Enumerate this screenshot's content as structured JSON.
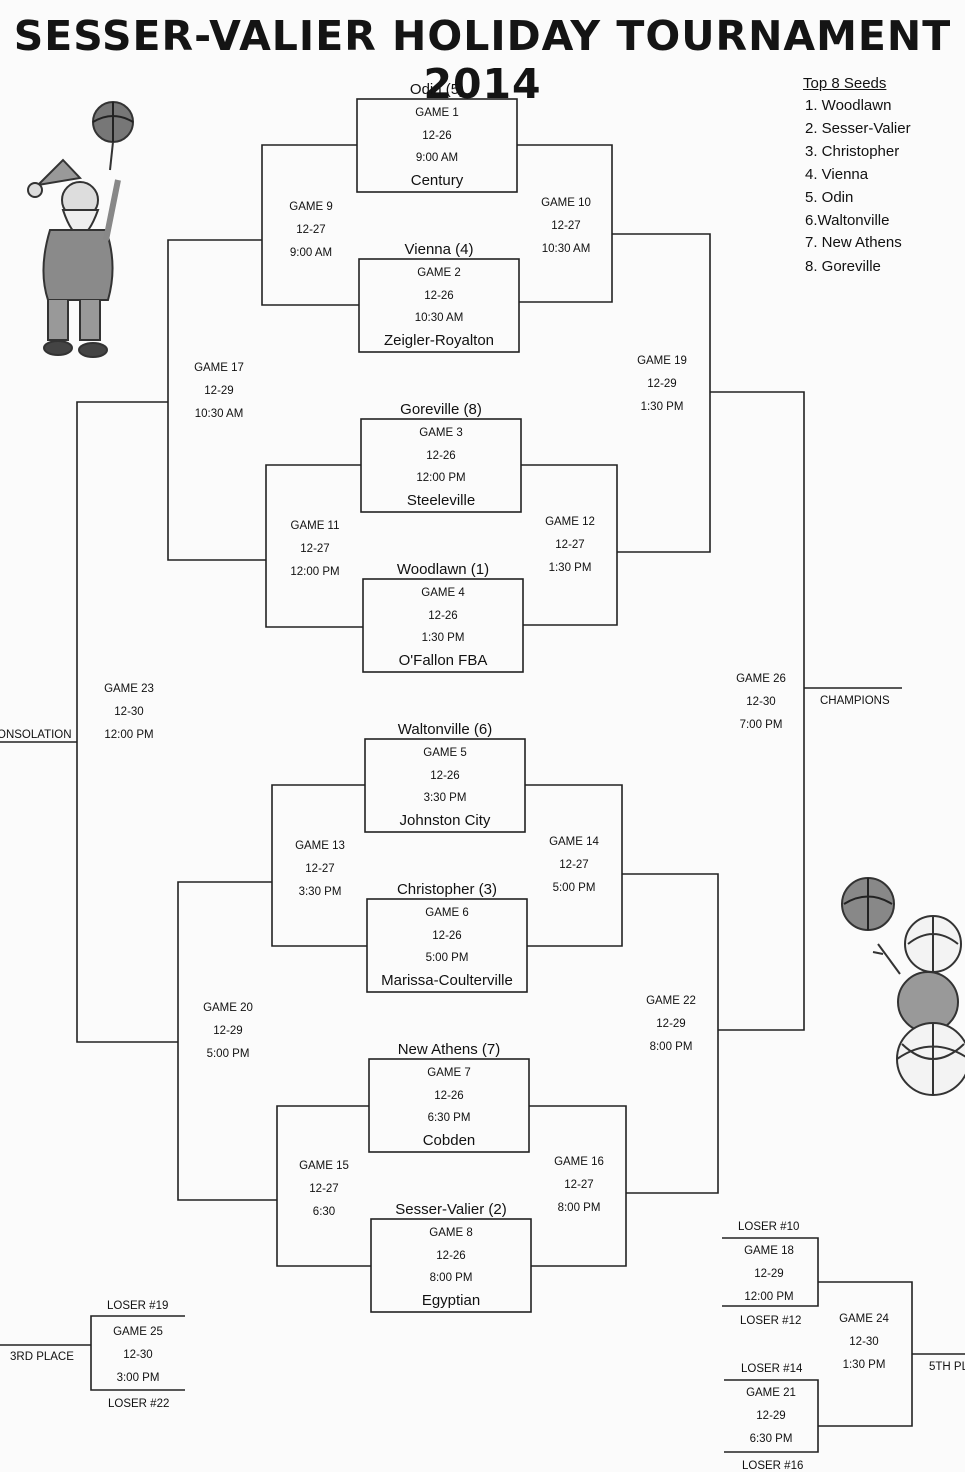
{
  "title": "SESSER-VALIER HOLIDAY TOURNAMENT 2014",
  "seeds": {
    "heading": "Top 8 Seeds",
    "items": [
      "1. Woodlawn",
      "2. Sesser-Valier",
      "3. Christopher",
      "4. Vienna",
      "5. Odin",
      "6.Waltonville",
      "7. New Athens",
      "8. Goreville"
    ]
  },
  "first_round": [
    {
      "top": "Odin (5)",
      "game": "GAME 1",
      "date": "12-26",
      "time": "9:00 AM",
      "bottom": "Century"
    },
    {
      "top": "Vienna (4)",
      "game": "GAME 2",
      "date": "12-26",
      "time": "10:30 AM",
      "bottom": "Zeigler-Royalton"
    },
    {
      "top": "Goreville (8)",
      "game": "GAME 3",
      "date": "12-26",
      "time": "12:00 PM",
      "bottom": "Steeleville"
    },
    {
      "top": "Woodlawn (1)",
      "game": "GAME 4",
      "date": "12-26",
      "time": "1:30 PM",
      "bottom": "O'Fallon FBA"
    },
    {
      "top": "Waltonville (6)",
      "game": "GAME 5",
      "date": "12-26",
      "time": "3:30 PM",
      "bottom": "Johnston City"
    },
    {
      "top": "Christopher (3)",
      "game": "GAME 6",
      "date": "12-26",
      "time": "5:00 PM",
      "bottom": "Marissa-Coulterville"
    },
    {
      "top": "New Athens (7)",
      "game": "GAME 7",
      "date": "12-26",
      "time": "6:30 PM",
      "bottom": "Cobden"
    },
    {
      "top": "Sesser-Valier (2)",
      "game": "GAME 8",
      "date": "12-26",
      "time": "8:00 PM",
      "bottom": "Egyptian"
    }
  ],
  "games": {
    "g9": {
      "game": "GAME 9",
      "date": "12-27",
      "time": "9:00 AM"
    },
    "g10": {
      "game": "GAME 10",
      "date": "12-27",
      "time": "10:30 AM"
    },
    "g11": {
      "game": "GAME 11",
      "date": "12-27",
      "time": "12:00 PM"
    },
    "g12": {
      "game": "GAME 12",
      "date": "12-27",
      "time": "1:30 PM"
    },
    "g13": {
      "game": "GAME 13",
      "date": "12-27",
      "time": "3:30 PM"
    },
    "g14": {
      "game": "GAME 14",
      "date": "12-27",
      "time": "5:00 PM"
    },
    "g15": {
      "game": "GAME 15",
      "date": "12-27",
      "time": "6:30"
    },
    "g16": {
      "game": "GAME 16",
      "date": "12-27",
      "time": "8:00 PM"
    },
    "g17": {
      "game": "GAME 17",
      "date": "12-29",
      "time": "10:30 AM"
    },
    "g19": {
      "game": "GAME 19",
      "date": "12-29",
      "time": "1:30 PM"
    },
    "g20": {
      "game": "GAME 20",
      "date": "12-29",
      "time": "5:00 PM"
    },
    "g22": {
      "game": "GAME 22",
      "date": "12-29",
      "time": "8:00 PM"
    },
    "g23": {
      "game": "GAME 23",
      "date": "12-30",
      "time": "12:00 PM"
    },
    "g26": {
      "game": "GAME 26",
      "date": "12-30",
      "time": "7:00 PM"
    },
    "g25": {
      "game": "GAME 25",
      "date": "12-30",
      "time": "3:00 PM"
    },
    "g18": {
      "game": "GAME 18",
      "date": "12-29",
      "time": "12:00 PM"
    },
    "g21": {
      "game": "GAME 21",
      "date": "12-29",
      "time": "6:30 PM"
    },
    "g24": {
      "game": "GAME 24",
      "date": "12-30",
      "time": "1:30 PM"
    }
  },
  "labels": {
    "consolation": "ONSOLATION",
    "champions": "CHAMPIONS",
    "third_place": "3RD PLACE",
    "fifth_place": "5TH PL",
    "loser19": "LOSER #19",
    "loser22": "LOSER #22",
    "loser10": "LOSER #10",
    "loser12": "LOSER #12",
    "loser14": "LOSER #14",
    "loser16": "LOSER #16"
  }
}
